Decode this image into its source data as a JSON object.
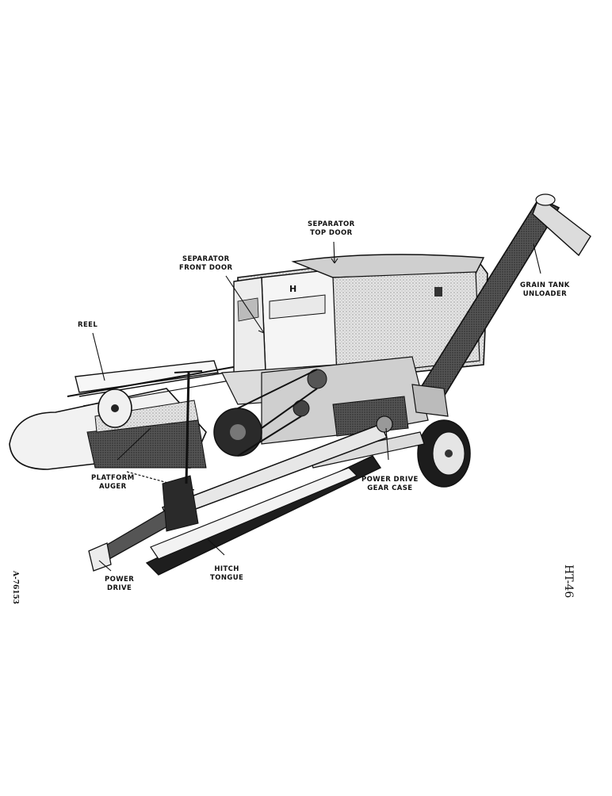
{
  "labels": {
    "separator_top_door": [
      "SEPARATOR",
      "TOP DOOR"
    ],
    "separator_front_door": [
      "SEPARATOR",
      "FRONT DOOR"
    ],
    "grain_tank_unloader": [
      "GRAIN TANK",
      "UNLOADER"
    ],
    "reel": [
      "REEL"
    ],
    "platform_auger": [
      "PLATFORM",
      "AUGER"
    ],
    "power_drive_gear_case": [
      "POWER DRIVE",
      "GEAR CASE"
    ],
    "power_drive": [
      "POWER",
      "DRIVE"
    ],
    "hitch_tongue": [
      "HITCH",
      "TONGUE"
    ]
  },
  "figure_code": "A-76153",
  "page_code": "HT-46",
  "colors": {
    "ink": "#111111",
    "body": "#d9d9d9",
    "shade": "#8a8a8a",
    "dark": "#2a2a2a"
  }
}
